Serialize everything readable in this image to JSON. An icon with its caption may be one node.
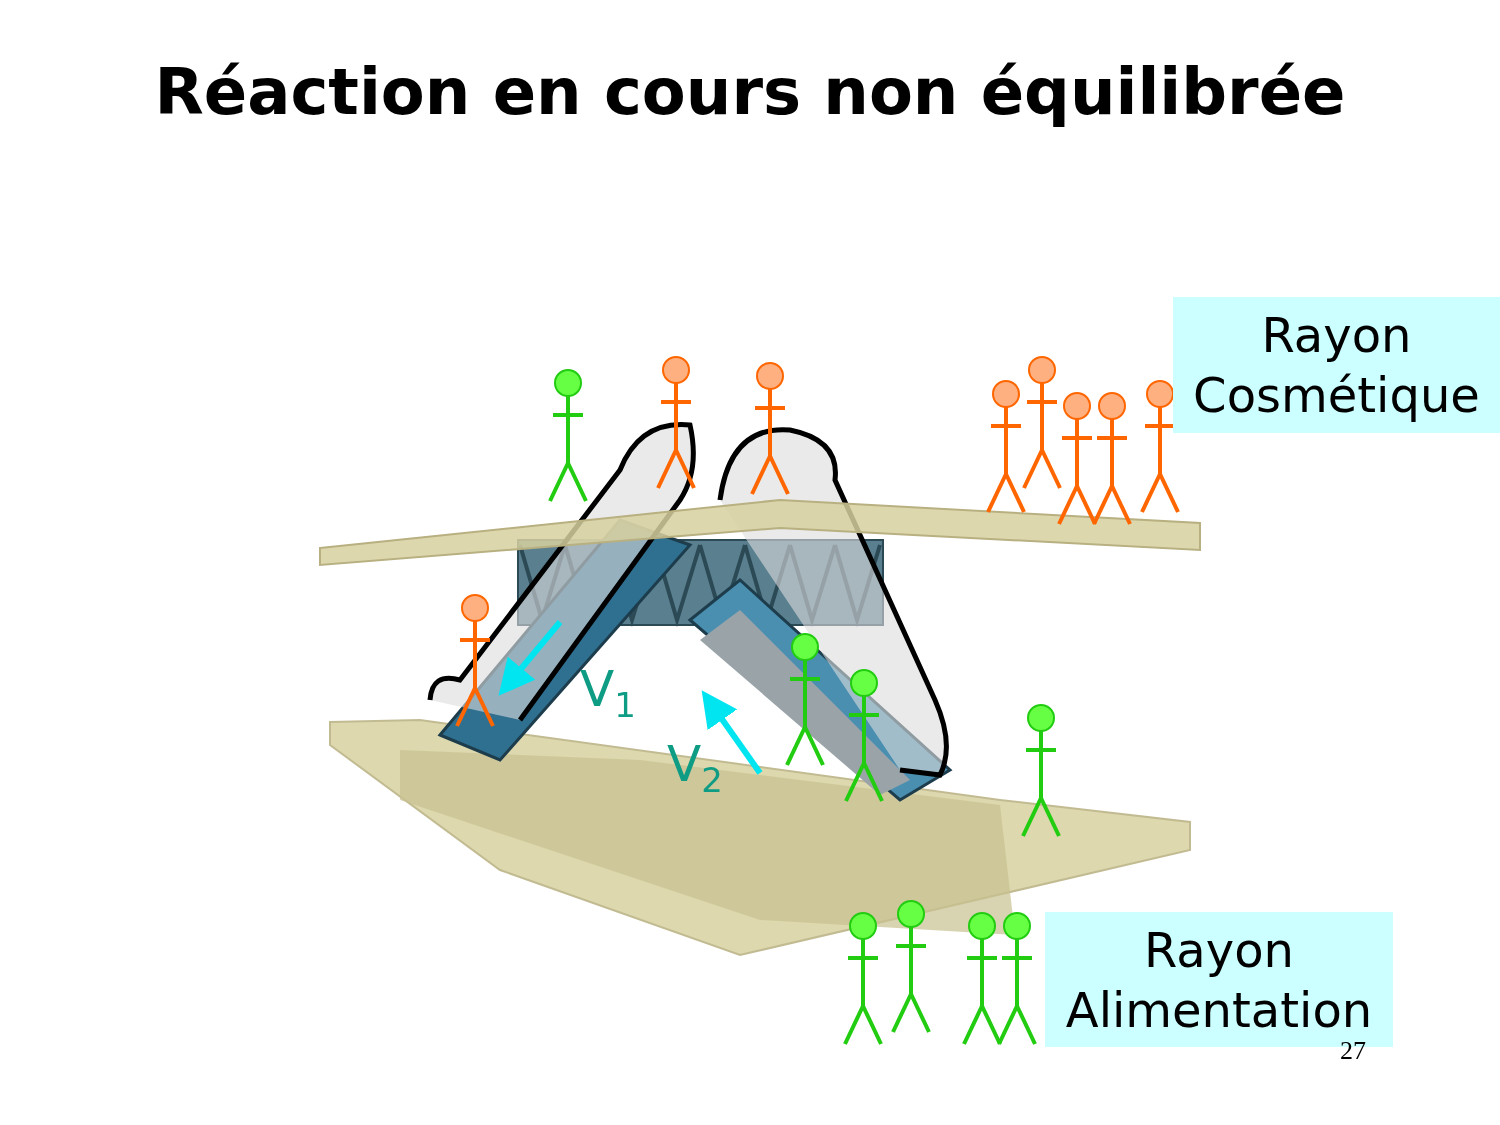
{
  "diagram": {
    "title": "Réaction en cours non équilibrée",
    "nodes": [
      {
        "text": [
          "Rayon Cosmétique"
        ]
      },
      {
        "text": [
          "Rayon Alimentation"
        ]
      }
    ],
    "labels": [
      "V$_{1}$",
      "V$_{2}$",
      "27"
    ]
  }
}
